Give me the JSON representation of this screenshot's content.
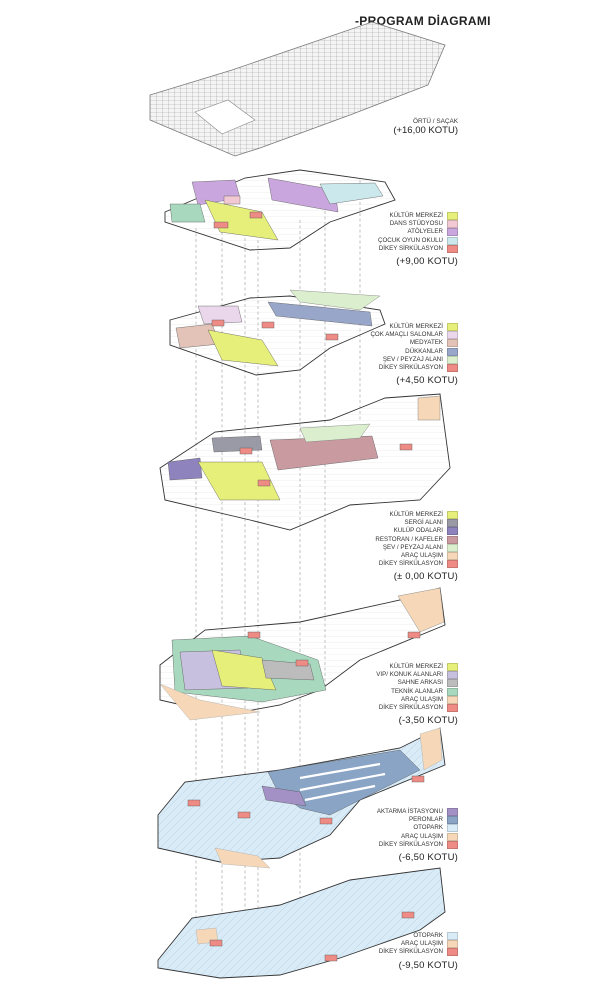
{
  "title": "-PROGRAM DİAGRAMI",
  "colors": {
    "kultur": "#e6ef7a",
    "dans": "#f2c9d2",
    "atolye": "#c9a6dd",
    "cocuk": "#cbe9ec",
    "dikey": "#ee8b84",
    "cokamacli": "#ead7ec",
    "medyatek": "#e3c2b7",
    "dukkan": "#98a6c9",
    "sev": "#dbefcf",
    "sergi": "#9a9aa6",
    "kulup": "#8e83bd",
    "restoran": "#c99aa0",
    "arac": "#f6d8b8",
    "vip": "#c7c1df",
    "sahne": "#bcbcbc",
    "teknik": "#a8d9bf",
    "aktarma": "#a391c6",
    "peron": "#8aa4c6",
    "otopark": "#d8ebf7"
  },
  "roof": {
    "name": "ÖRTÜ / SAÇAK",
    "level": "(+16,00 KOTU)"
  },
  "floors": [
    {
      "level": "(+9,00 KOTU)",
      "items": [
        {
          "label": "KÜLTÜR MERKEZİ",
          "color": "kultur"
        },
        {
          "label": "DANS STÜDYOSU",
          "color": "dans"
        },
        {
          "label": "ATÖLYELER",
          "color": "atolye"
        },
        {
          "label": "ÇOCUK OYUN OKULU",
          "color": "cocuk"
        },
        {
          "label": "DİKEY SİRKÜLASYON",
          "color": "dikey"
        }
      ]
    },
    {
      "level": "(+4,50 KOTU)",
      "items": [
        {
          "label": "KÜLTÜR MERKEZİ",
          "color": "kultur"
        },
        {
          "label": "ÇOK AMAÇLI SALONLAR",
          "color": "cokamacli"
        },
        {
          "label": "MEDYATEK",
          "color": "medyatek"
        },
        {
          "label": "DÜKKANLAR",
          "color": "dukkan"
        },
        {
          "label": "ŞEV / PEYZAJ ALANI",
          "color": "sev"
        },
        {
          "label": "DİKEY SİRKÜLASYON",
          "color": "dikey"
        }
      ]
    },
    {
      "level": "(± 0,00 KOTU)",
      "items": [
        {
          "label": "KÜLTÜR MERKEZİ",
          "color": "kultur"
        },
        {
          "label": "SERGİ ALANI",
          "color": "sergi"
        },
        {
          "label": "KULÜP ODALARI",
          "color": "kulup"
        },
        {
          "label": "RESTORAN / KAFELER",
          "color": "restoran"
        },
        {
          "label": "ŞEV / PEYZAJ ALANI",
          "color": "sev"
        },
        {
          "label": "ARAÇ ULAŞIM",
          "color": "arac"
        },
        {
          "label": "DİKEY SİRKÜLASYON",
          "color": "dikey"
        }
      ]
    },
    {
      "level": "(-3,50 KOTU)",
      "items": [
        {
          "label": "KÜLTÜR MERKEZİ",
          "color": "kultur"
        },
        {
          "label": "VIP/ KONUK ALANLARI",
          "color": "vip"
        },
        {
          "label": "SAHNE ARKASI",
          "color": "sahne"
        },
        {
          "label": "TEKNİK ALANLAR",
          "color": "teknik"
        },
        {
          "label": "ARAÇ ULAŞIM",
          "color": "arac"
        },
        {
          "label": "DİKEY SİRKÜLASYON",
          "color": "dikey"
        }
      ]
    },
    {
      "level": "(-6,50 KOTU)",
      "items": [
        {
          "label": "AKTARMA İSTASYONU",
          "color": "aktarma"
        },
        {
          "label": "PERONLAR",
          "color": "peron"
        },
        {
          "label": "OTOPARK",
          "color": "otopark"
        },
        {
          "label": "ARAÇ ULAŞIM",
          "color": "arac"
        },
        {
          "label": "DİKEY SİRKÜLASYON",
          "color": "dikey"
        }
      ]
    },
    {
      "level": "(-9,50 KOTU)",
      "items": [
        {
          "label": "OTOPARK",
          "color": "otopark"
        },
        {
          "label": "ARAÇ ULAŞIM",
          "color": "arac"
        },
        {
          "label": "DİKEY SİRKÜLASYON",
          "color": "dikey"
        }
      ]
    }
  ]
}
